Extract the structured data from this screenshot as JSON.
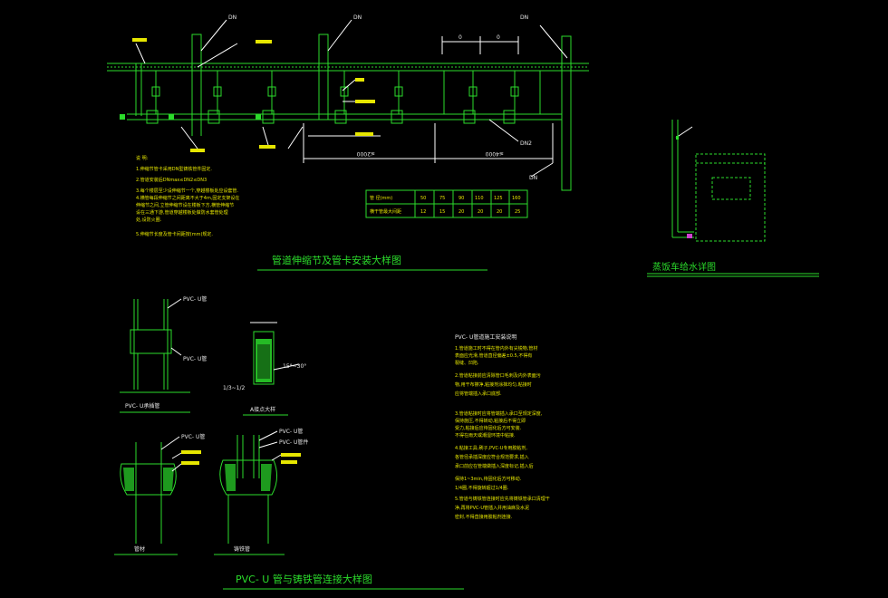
{
  "titles": {
    "top": "管道伸缩节及管卡安装大样图",
    "right": "蒸饭车给水详图",
    "bottom": "PVC- U 管与铸铁管连接大样图"
  },
  "top_drawing": {
    "labels": {
      "dn_1": "DN",
      "dn_2": "DN",
      "dn_3": "DN",
      "dn_4": "DN2",
      "dn_5": "DN",
      "dim_left": "≤2000",
      "dim_right": "≤4000",
      "flat_o_1": "0",
      "flat_o_2": "0"
    }
  },
  "notes_top": [
    "说 明:",
    "1.伸缩节管卡采用DN型铸铁管件固定.",
    "2.管道安装后DNmax≤DN2≤DN3",
    "3.每个楼层至少设伸缩节一个,穿越楼板处应设套管.",
    "4.横管每段伸缩节之间距离不大于4m,固定支架设在",
    "  伸缩节之间,立管伸缩节设在楼板下方,横管伸缩节",
    "  设在三通下游,管道穿越楼板处做防水套管处理",
    "  处,设防火圈.",
    "5.伸缩节长度及管卡间距按(mm)规定."
  ],
  "spacing_table": {
    "row_headers": [
      "管 径(mm)",
      "横干管最大间距"
    ],
    "values_row1": [
      "50",
      "75",
      "90",
      "110",
      "125",
      "160"
    ],
    "values_row2": [
      "12",
      "15",
      "20",
      "20",
      "20",
      "25"
    ]
  },
  "bottom_left": {
    "label_pvc_1": "PVC- U管",
    "label_pvc_2": "PVC- U管",
    "caption_1": "PVC- U承插管",
    "angle_label": "15°~30°",
    "ratio_label": "1/3~1/2",
    "caption_2": "A接点大样",
    "label_pvc_3": "PVC- U管",
    "label_pvc_4": "PVC- U管",
    "label_pvc_5": "PVC- U管件",
    "caption_3": "管材",
    "caption_4": "铸铁管"
  },
  "notes_bottom_title": "PVC- U管道施工安装说明",
  "notes_bottom": [
    "1.管道施工时不得在管内外有尖锐物,管材",
    "  表面应光滑,管道直径偏差±0.5,不得有",
    "  裂缝、凹陷.",
    "2.管道粘接前应清除管口毛刺及内外表面污",
    "  物,用干布擦净,粘接剂涂抹均匀,粘接时",
    "  应将管端插入承口底部.",
    "3.管道粘接时应将管端插入承口至规定深度,",
    "  保持施压,不得转动,粘接后不得立即",
    "  受力,粘接后应待固化后方可安装.",
    "  不得在雨天或潮湿环境中粘接.",
    "4.粘接工具:刷子,PVC-U专用胶粘剂,",
    "  各管径承插深度应符合规范要求,插入",
    "  承口前应在管端做插入深度标记,插入后",
    "  保持1~3min,待固化后方可移动.",
    "  1/4圈,不得旋转超过1/4圈.",
    "5.管道与铸铁管连接时应先将铸铁管承口清理干",
    "  净,再将PVC-U管插入并用油麻及水泥",
    "  密封,不得直接用胶粘剂连接."
  ]
}
